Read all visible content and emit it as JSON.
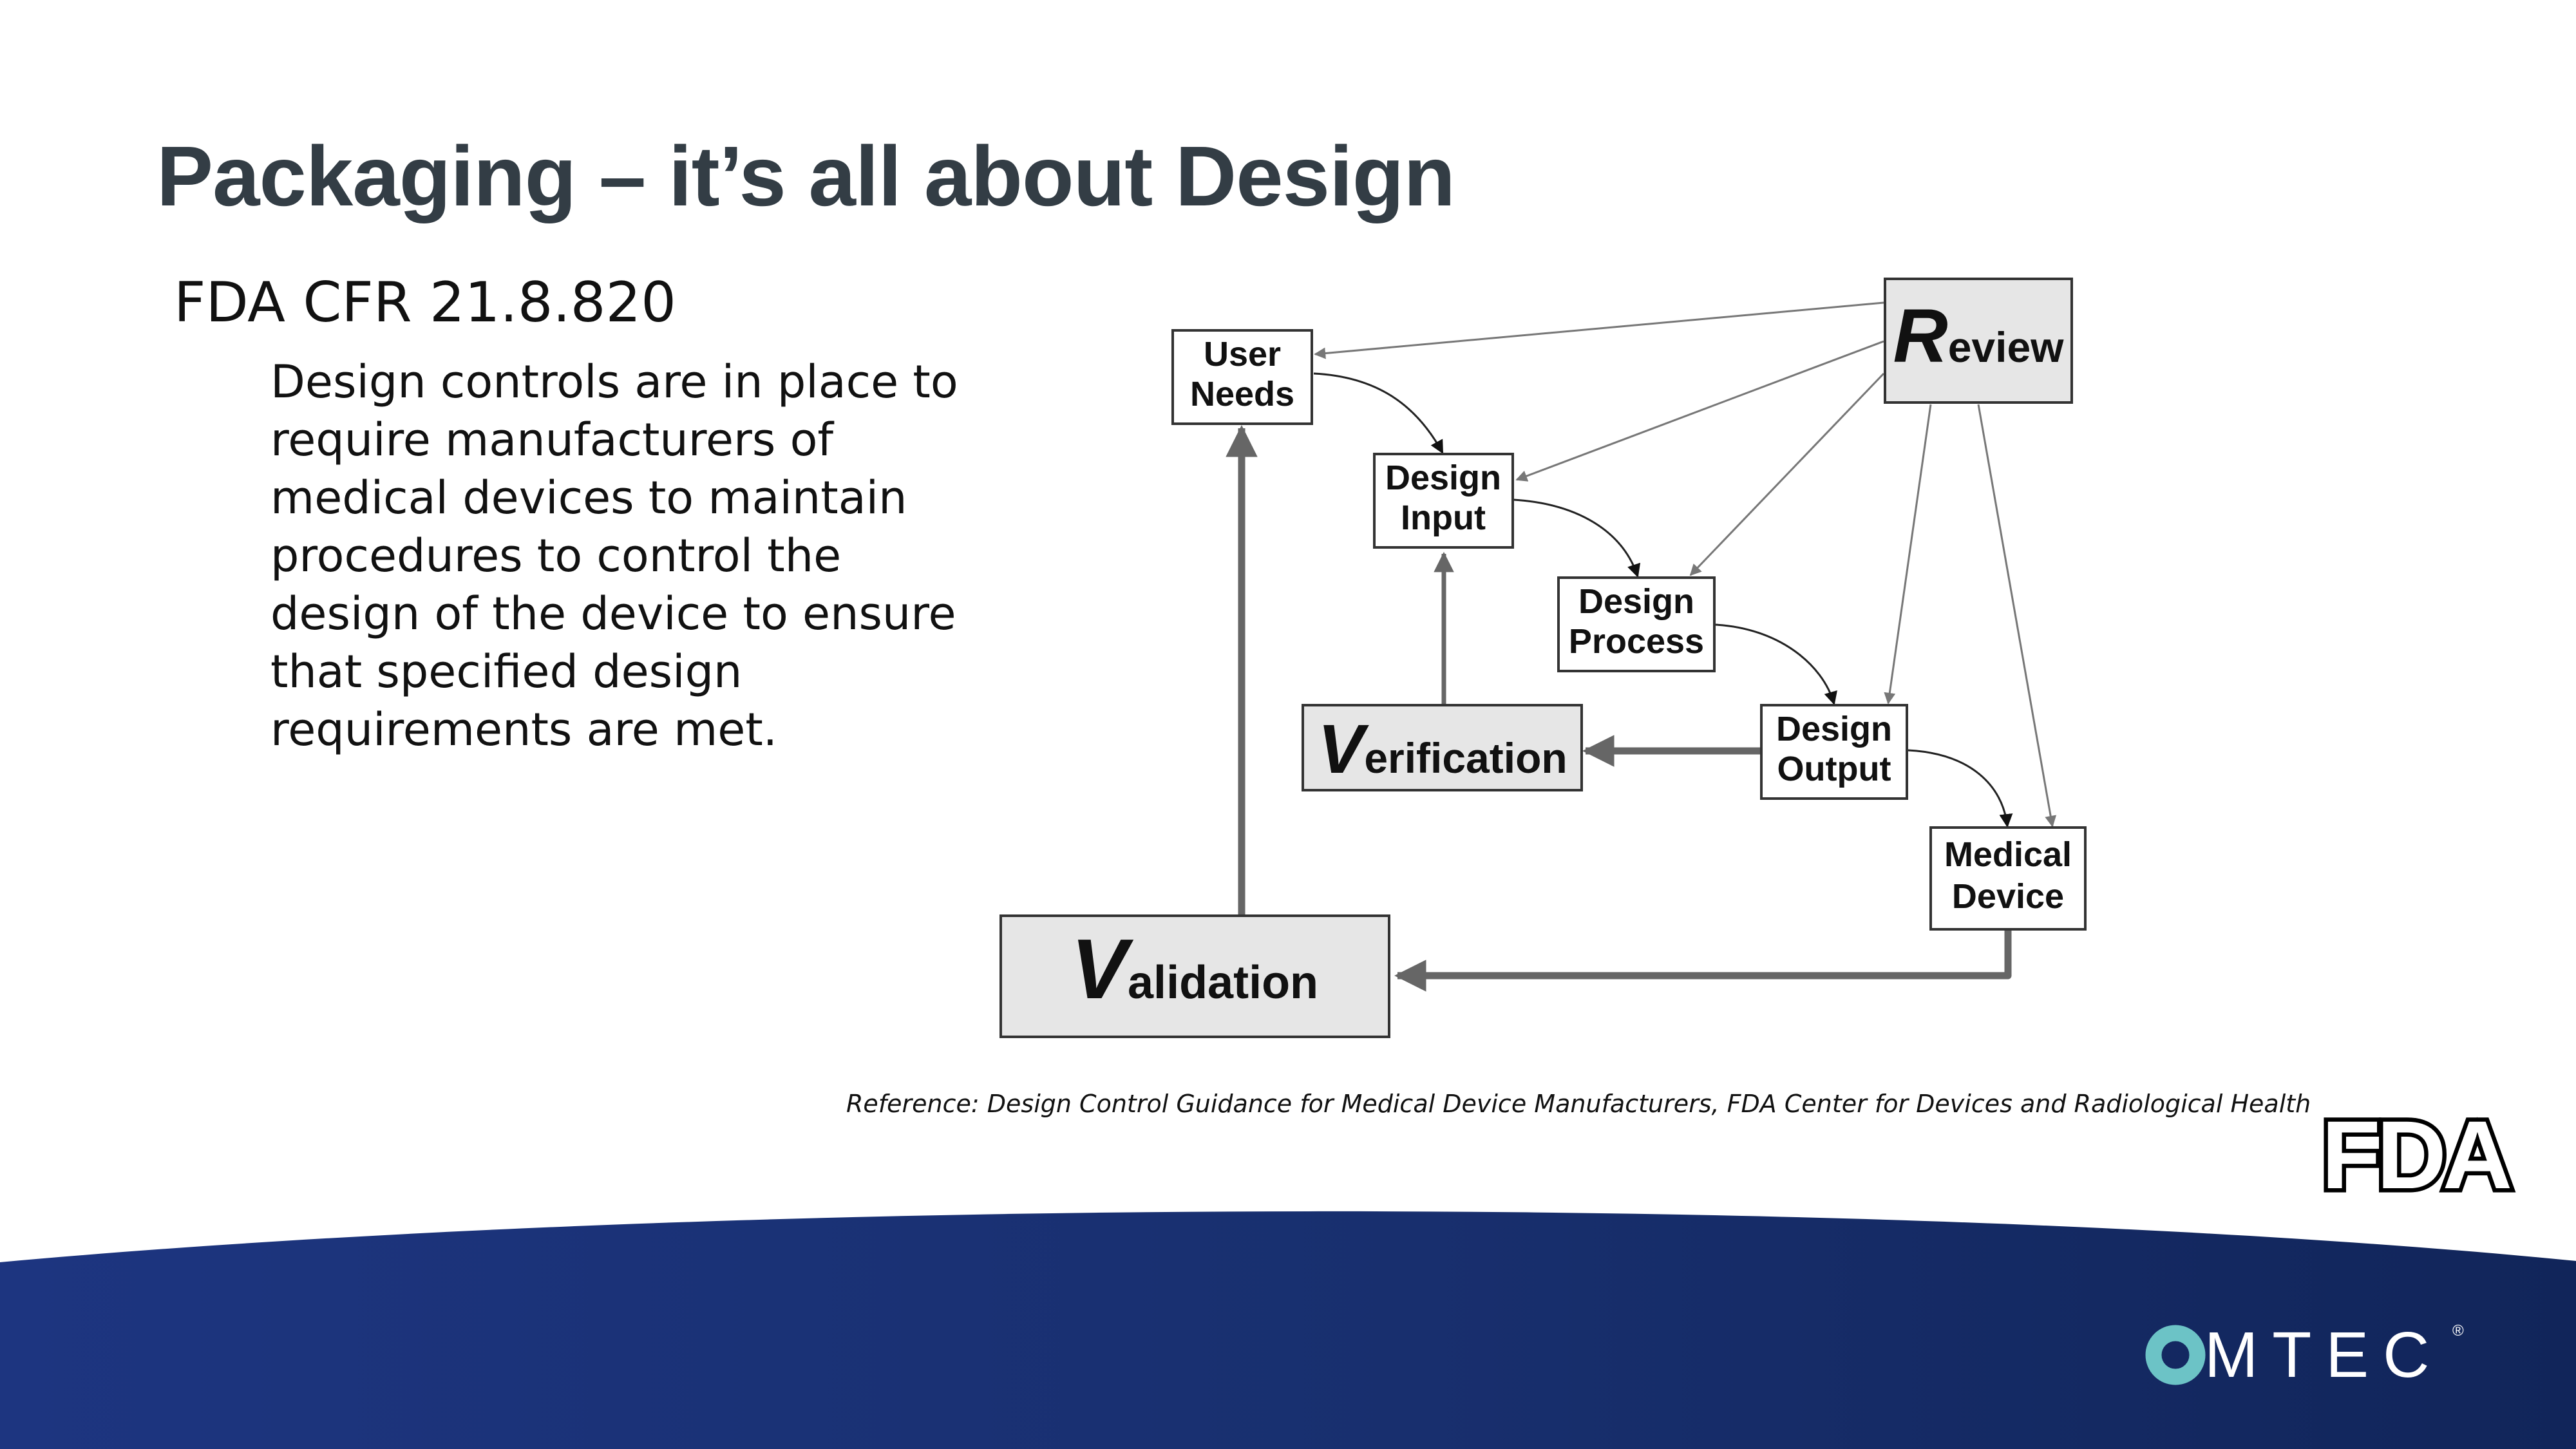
{
  "slide": {
    "title": "Packaging – it’s all about Design",
    "subtitle": "FDA CFR 21.8.820",
    "body": "Design controls are in place to require manufacturers of medical devices to maintain procedures to control the design of the device to ensure that specified design requirements are met.",
    "reference": "Reference: Design Control Guidance for Medical Device Manufacturers, FDA Center for Devices and Radiological Health"
  },
  "diagram": {
    "nodes": {
      "user_needs": [
        "User",
        "Needs"
      ],
      "design_input": [
        "Design",
        "Input"
      ],
      "design_process": [
        "Design",
        "Process"
      ],
      "design_output": [
        "Design",
        "Output"
      ],
      "medical_device": [
        "Medical",
        "Device"
      ],
      "review": {
        "initial": "R",
        "rest": "eview"
      },
      "verification": {
        "initial": "V",
        "rest": "erification"
      },
      "validation": {
        "initial": "V",
        "rest": "alidation"
      }
    },
    "edges": [
      [
        "user_needs",
        "design_input"
      ],
      [
        "design_input",
        "design_process"
      ],
      [
        "design_process",
        "design_output"
      ],
      [
        "design_output",
        "medical_device"
      ],
      [
        "design_output",
        "verification"
      ],
      [
        "verification",
        "design_input"
      ],
      [
        "medical_device",
        "validation"
      ],
      [
        "validation",
        "user_needs"
      ],
      [
        "review",
        "user_needs"
      ],
      [
        "review",
        "design_input"
      ],
      [
        "review",
        "design_process"
      ],
      [
        "review",
        "design_output"
      ],
      [
        "review",
        "medical_device"
      ]
    ]
  },
  "logos": {
    "fda": "FDA",
    "brand": "MTEC",
    "brand_mark": "®"
  },
  "colors": {
    "title": "#333d45",
    "footer_dark": "#152a63",
    "footer_light": "#1d3580",
    "logo_teal": "#6cc3c6",
    "box_shaded": "#e6e6e6",
    "arrow_gray": "#777777"
  }
}
